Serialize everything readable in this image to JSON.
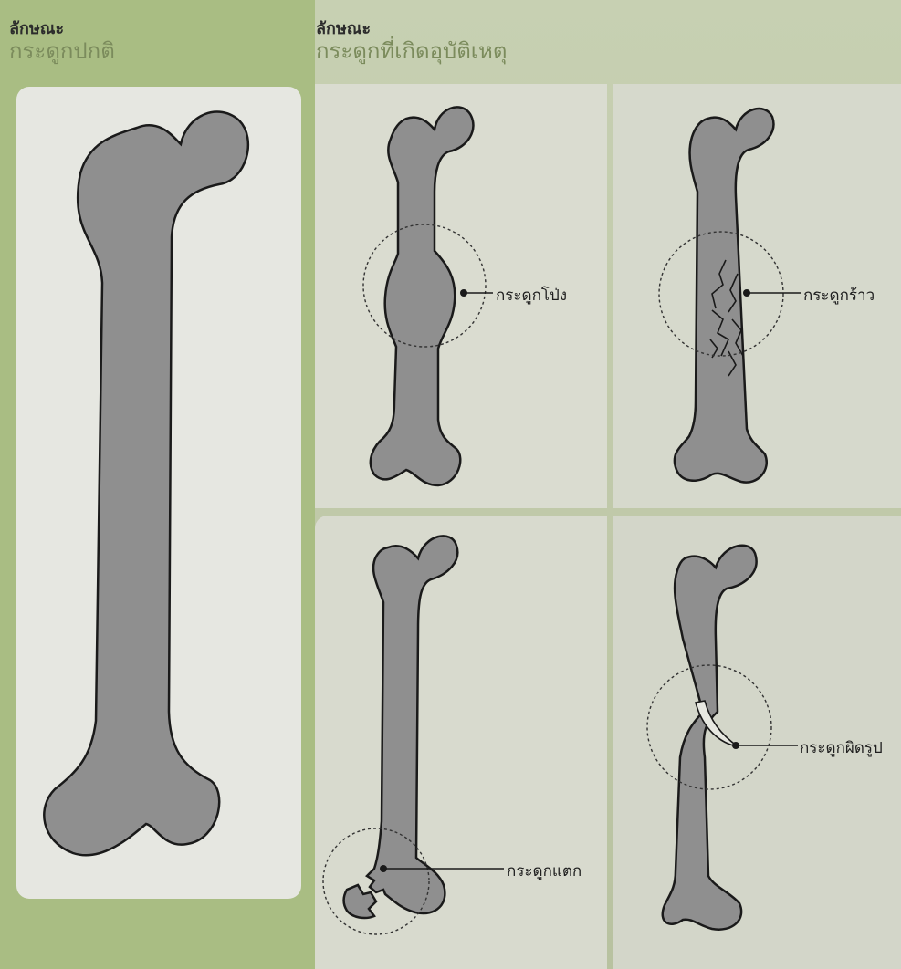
{
  "headings": {
    "normal": {
      "small": "ลักษณะ",
      "big": "กระดูกปกติ"
    },
    "accident": {
      "small": "ลักษณะ",
      "big": "กระดูกที่เกิดอุบัติเหตุ"
    }
  },
  "labels": {
    "osteoporosis": "กระดูกโป่ง",
    "cracked": "กระดูกร้าว",
    "broken": "กระดูกแตก",
    "deformed": "กระดูกผิดรูป"
  },
  "colors": {
    "bone_fill": "#8f8f8f",
    "bone_stroke": "#1a1a1a",
    "accent_green": "#7b8b5c"
  }
}
